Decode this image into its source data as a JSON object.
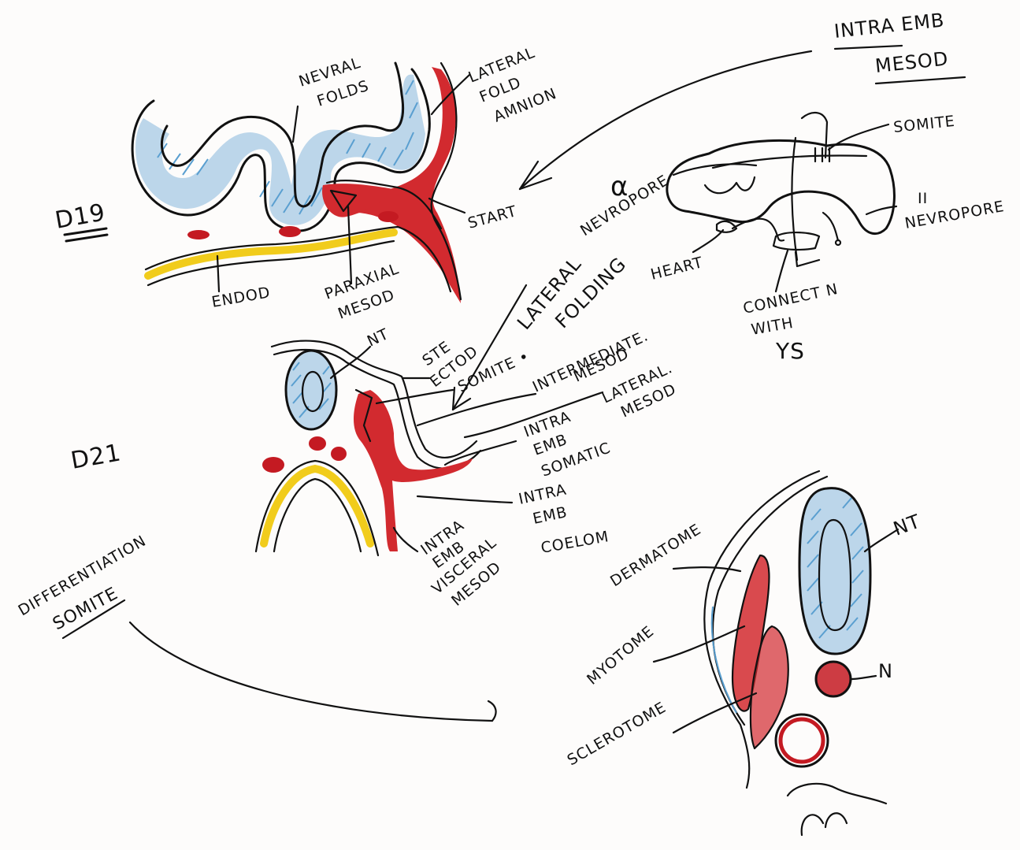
{
  "labels": {
    "d19": "D19",
    "d21": "D21",
    "neural_folds_1": "NEVRAL",
    "neural_folds_2": "FOLDS",
    "lateral_fold_1": "LATERAL",
    "lateral_fold_2": "FOLD",
    "lateral_fold_3": "AMNION",
    "start": "START",
    "endod": "ENDOD",
    "paraxial_1": "PARAXIAL",
    "paraxial_2": "MESOD",
    "intra_emb_1": "INTRA EMB",
    "intra_emb_2": "MESOD",
    "somite": "SOMITE",
    "alpha": "α",
    "neuropore_alpha": "NEVROPORE",
    "neuropore_2": "NEVROPORE",
    "neuropore_2_mark": "II",
    "heart": "HEART",
    "connect_1": "CONNECT N",
    "connect_2": "WITH",
    "connect_3": "YS",
    "lateral_folding_1": "LATERAL",
    "lateral_folding_2": "FOLDING",
    "nt_1": "NT",
    "ste_1": "STE",
    "ste_2": "ECTOD",
    "somite_dot": "SOMITE •",
    "intermediate_1": "INTERMEDIATE.",
    "intermediate_2": "MESOD",
    "lateral_mesod_1": "LATERAL.",
    "lateral_mesod_2": "MESOD",
    "somatic_1": "INTRA",
    "somatic_2": "EMB",
    "somatic_3": "SOMATIC",
    "coelom_1": "INTRA",
    "coelom_2": "EMB",
    "coelom_3": "COELOM",
    "visceral_1": "INTRA",
    "visceral_2": "EMB",
    "visceral_3": "VISCERAL",
    "visceral_4": "MESOD",
    "diff_1": "DIFFERENTIATION",
    "diff_2": "SOMITE",
    "dermatome": "DERMATOME",
    "myotome": "MYOTOME",
    "sclerotome": "SCLEROTOME",
    "nt_2": "NT",
    "n": "N"
  },
  "colors": {
    "neural_tube_blue": "#bcd6ea",
    "mesoderm_red": "#c41a22",
    "endoderm_yellow": "#f1cc1c",
    "ink": "#111111"
  }
}
